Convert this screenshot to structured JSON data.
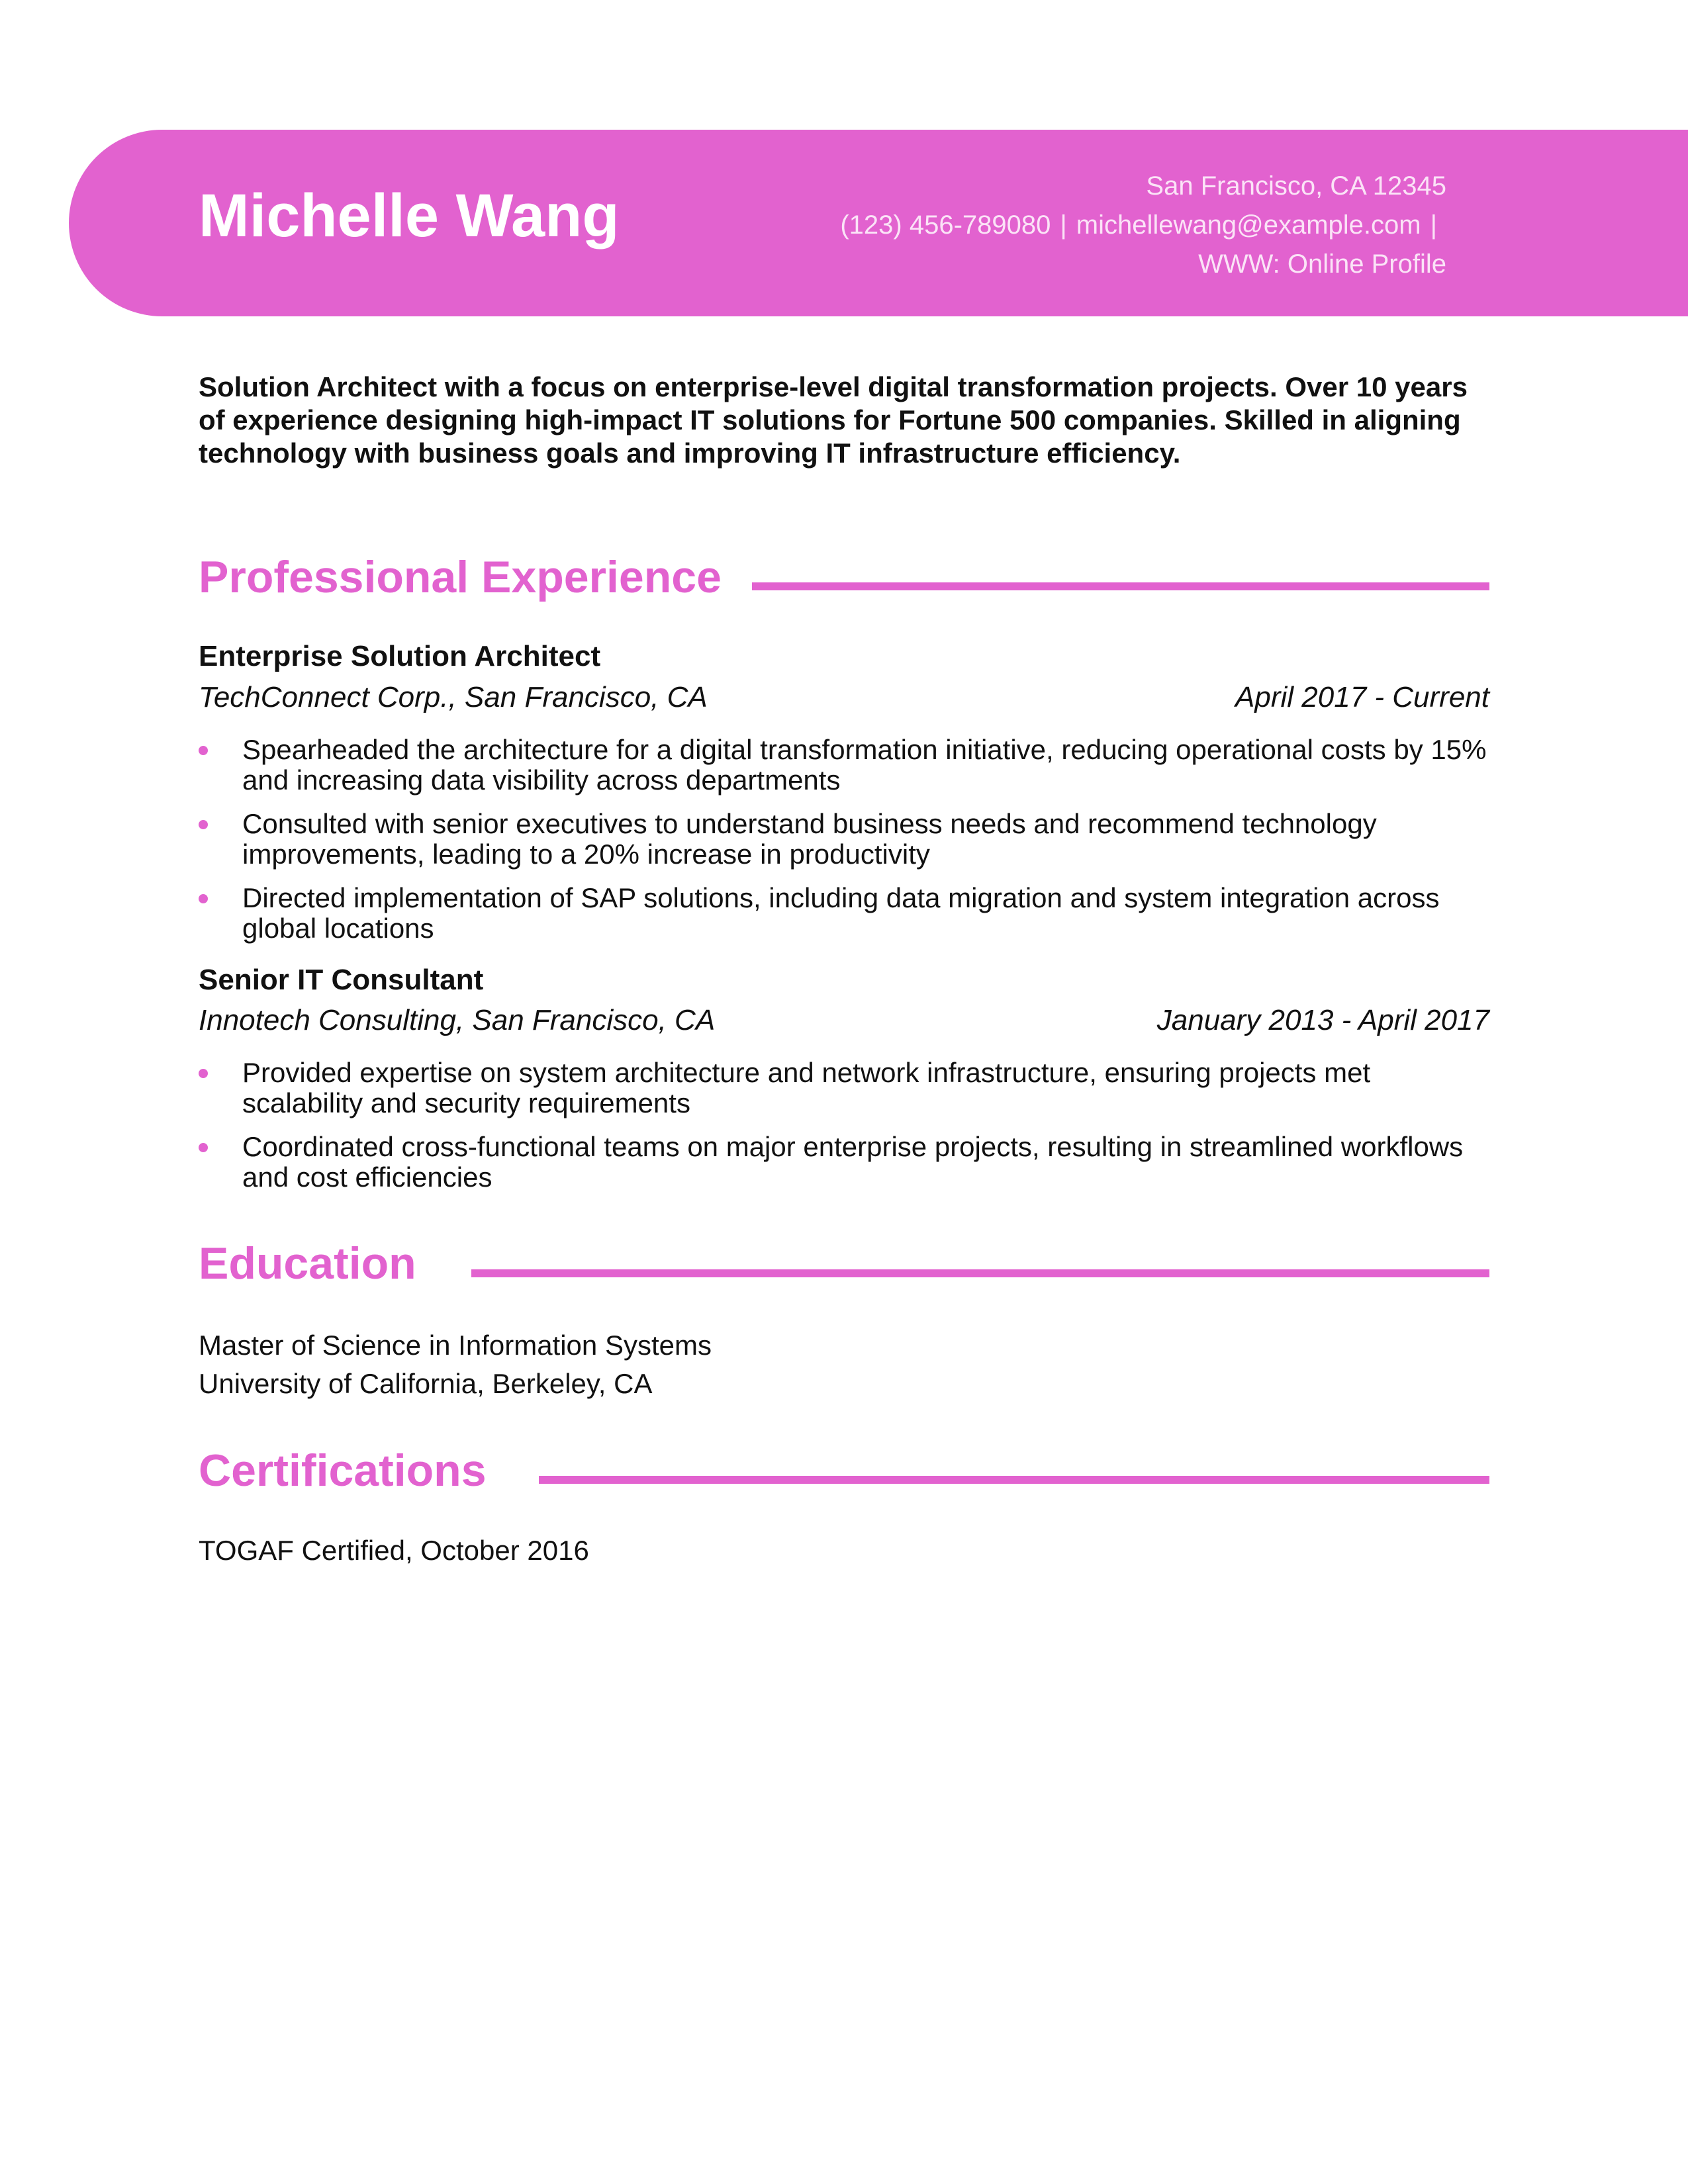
{
  "header": {
    "name": "Michelle Wang",
    "address": "San Francisco, CA 12345",
    "phone": "(123) 456-789080",
    "email": "michellewang@example.com",
    "separator": "|",
    "website": "WWW: Online Profile"
  },
  "summary": "Solution Architect with a focus on enterprise-level digital transformation projects. Over 10 years of experience designing high-impact IT solutions for Fortune 500 companies. Skilled in aligning technology with business goals and improving IT infrastructure efficiency.",
  "experience": {
    "heading": "Professional Experience",
    "jobs": [
      {
        "title": "Enterprise Solution Architect",
        "company": "TechConnect Corp., San Francisco, CA",
        "dates": "April 2017 - Current",
        "bullets": [
          "Spearheaded the architecture for a digital transformation initiative, reducing operational costs by 15% and increasing data visibility across departments",
          "Consulted with senior executives to understand business needs and recommend technology improvements, leading to a 20% increase in productivity",
          "Directed implementation of SAP solutions, including data migration and system integration across global locations"
        ]
      },
      {
        "title": "Senior IT Consultant",
        "company": "Innotech Consulting, San Francisco, CA",
        "dates": "January 2013 - April 2017",
        "bullets": [
          "Provided expertise on system architecture and network infrastructure, ensuring projects met scalability and security requirements",
          "Coordinated cross-functional teams on major enterprise projects, resulting in streamlined workflows and cost efficiencies"
        ]
      }
    ]
  },
  "education": {
    "heading": "Education",
    "degree": "Master of Science in Information Systems",
    "school": "University of California, Berkeley, CA"
  },
  "certifications": {
    "heading": "Certifications",
    "items": [
      "TOGAF Certified, October 2016"
    ]
  },
  "colors": {
    "accent": "#e262cf",
    "text": "#111111",
    "header_text": "#ffffff"
  }
}
